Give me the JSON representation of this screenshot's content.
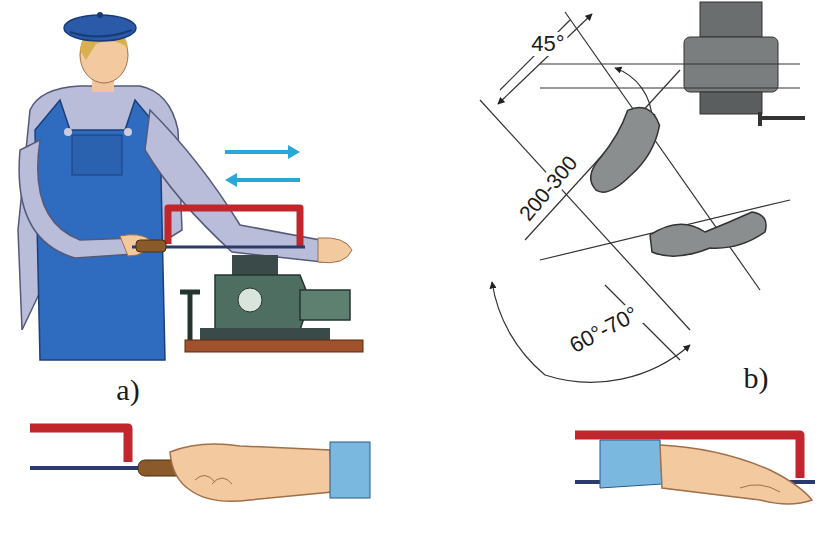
{
  "diagram": {
    "labels": [
      "45°",
      "200-300",
      "60°-70°",
      "a)",
      "b)"
    ]
  }
}
